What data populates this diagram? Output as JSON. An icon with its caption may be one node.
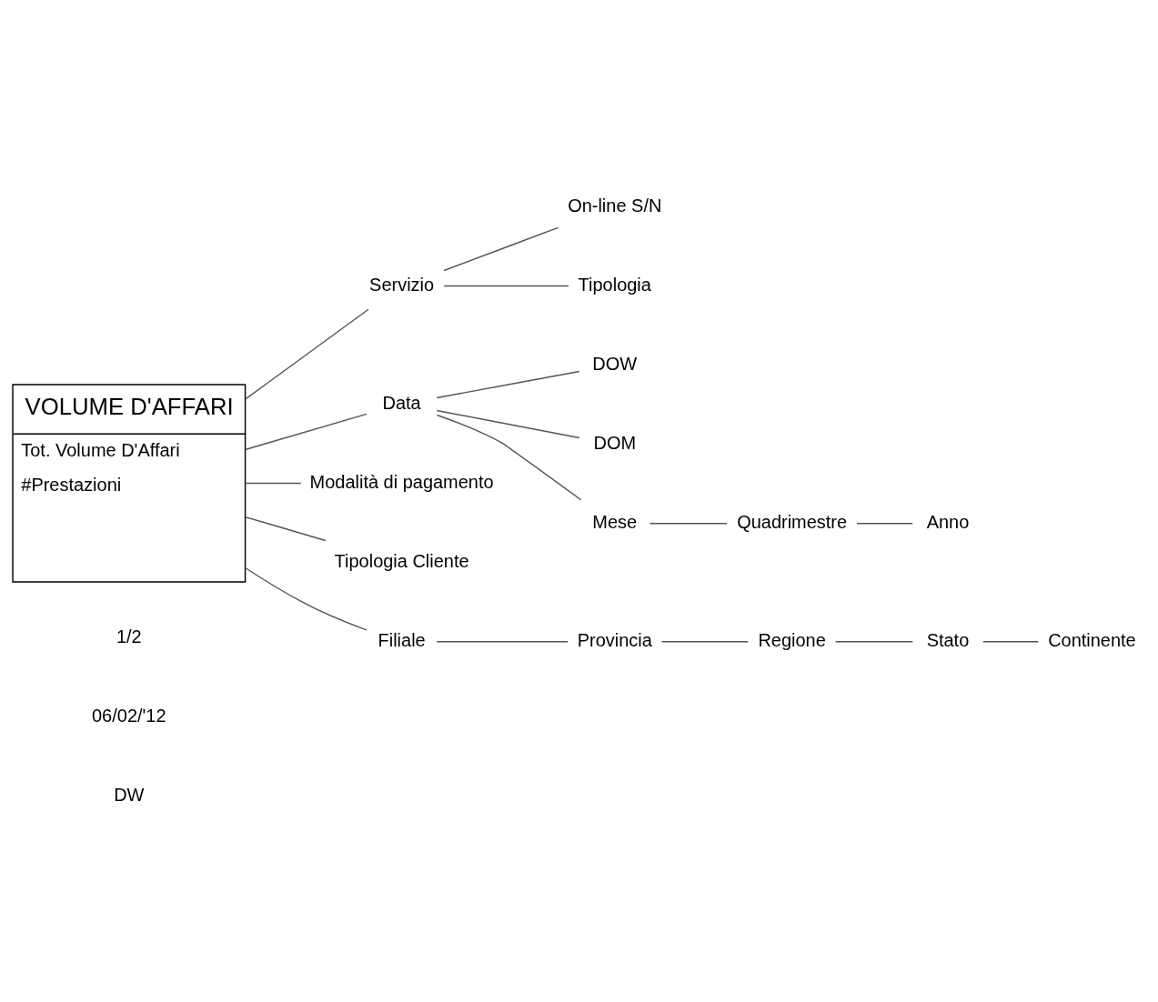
{
  "diagram": {
    "nodes": [
      {
        "text": [
          "VOLUME D'AFFARI",
          "Tot. Volume D'Affari",
          "#Prestazioni"
        ]
      },
      {
        "text": [
          "Servizio"
        ]
      },
      {
        "text": [
          "On-line S/N"
        ]
      },
      {
        "text": [
          "Tipologia"
        ]
      },
      {
        "text": [
          "Data"
        ]
      },
      {
        "text": [
          "DOW"
        ]
      },
      {
        "text": [
          "DOM"
        ]
      },
      {
        "text": [
          "Mese"
        ]
      },
      {
        "text": [
          "Quadrimestre"
        ]
      },
      {
        "text": [
          "Anno"
        ]
      },
      {
        "text": [
          "Modalità di pagamento"
        ]
      },
      {
        "text": [
          "Tipologia Cliente"
        ]
      },
      {
        "text": [
          "Filiale"
        ]
      },
      {
        "text": [
          "Provincia"
        ]
      },
      {
        "text": [
          "Regione"
        ]
      },
      {
        "text": [
          "Stato"
        ]
      },
      {
        "text": [
          "Continente"
        ]
      }
    ],
    "edges": [
      {
        "from": 0,
        "to": 1,
        "arrow": "none"
      },
      {
        "from": 1,
        "to": 2,
        "arrow": "none"
      },
      {
        "from": 1,
        "to": 3,
        "arrow": "none"
      },
      {
        "from": 0,
        "to": 4,
        "arrow": "none"
      },
      {
        "from": 4,
        "to": 5,
        "arrow": "none"
      },
      {
        "from": 4,
        "to": 6,
        "arrow": "none"
      },
      {
        "from": 4,
        "to": 7,
        "arrow": "none"
      },
      {
        "from": 7,
        "to": 8,
        "arrow": "none"
      },
      {
        "from": 8,
        "to": 9,
        "arrow": "none"
      },
      {
        "from": 0,
        "to": 10,
        "arrow": "none"
      },
      {
        "from": 0,
        "to": 11,
        "arrow": "none"
      },
      {
        "from": 0,
        "to": 12,
        "arrow": "none"
      },
      {
        "from": 12,
        "to": 13,
        "arrow": "none"
      },
      {
        "from": 13,
        "to": 14,
        "arrow": "none"
      },
      {
        "from": 14,
        "to": 15,
        "arrow": "none"
      },
      {
        "from": 15,
        "to": 16,
        "arrow": "none"
      }
    ],
    "labels": [
      "DW",
      "06/02/'12",
      "1/2"
    ]
  }
}
